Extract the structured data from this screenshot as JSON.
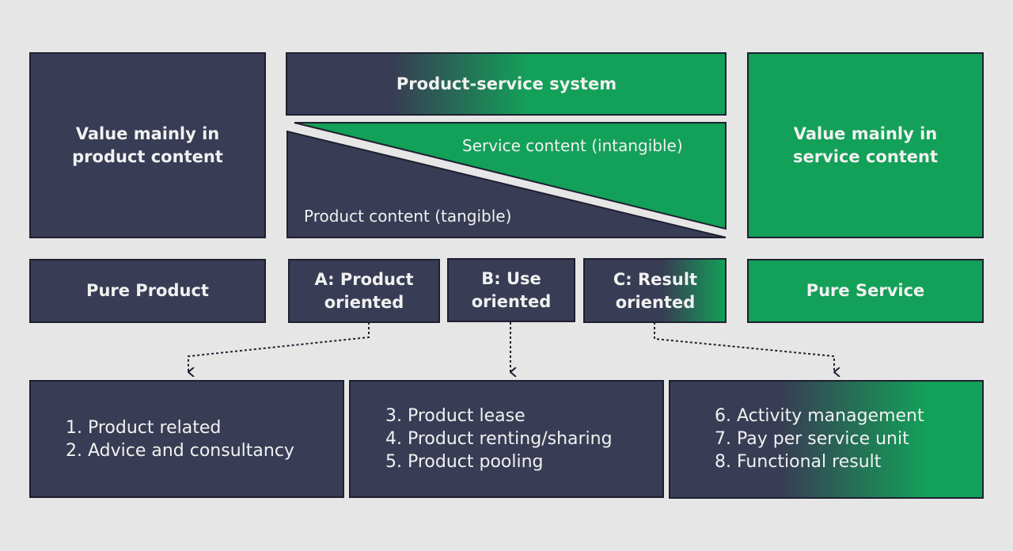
{
  "top_left": {
    "title": "Value mainly in product content"
  },
  "top_center": {
    "title": "Product-service system"
  },
  "top_right": {
    "title": "Value mainly in service content"
  },
  "triangle": {
    "service_label": "Service content (intangible)",
    "product_label": "Product content (tangible)"
  },
  "middle_row": {
    "pure_product": "Pure Product",
    "a": "A: Product oriented",
    "b": "B: Use oriented",
    "c": "C: Result oriented",
    "pure_service": "Pure Service"
  },
  "bottom_row": {
    "group_a": [
      "1. Product related",
      "2. Advice and consultancy"
    ],
    "group_b": [
      "3. Product lease",
      "4. Product renting/sharing",
      "5. Product pooling"
    ],
    "group_c": [
      "6. Activity management",
      "7. Pay per service unit",
      "8. Functional result"
    ]
  },
  "colors": {
    "dark": "#383c54",
    "green": "#13a058",
    "background": "#e6e6e6"
  }
}
